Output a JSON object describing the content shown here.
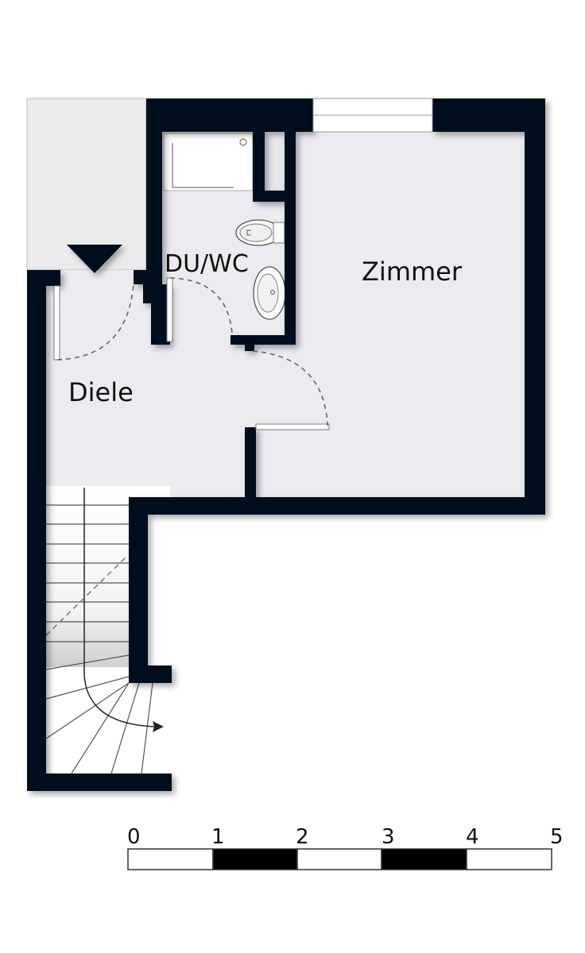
{
  "floorplan": {
    "rooms": [
      {
        "name": "Zimmer"
      },
      {
        "name": "DU/WC"
      },
      {
        "name": "Diele"
      }
    ],
    "entrance_marker": "entrance-arrow-down",
    "colors": {
      "wall": "#06101f",
      "floor": "#ecebef",
      "exterior": "#ebebee",
      "background": "#ffffff",
      "window": "#ffffff",
      "dash": "#666666"
    }
  },
  "scale_bar": {
    "ticks": [
      "0",
      "1",
      "2",
      "3",
      "4",
      "5"
    ],
    "unit_hint": "m",
    "segments": [
      "white",
      "black",
      "white",
      "black",
      "white"
    ]
  }
}
